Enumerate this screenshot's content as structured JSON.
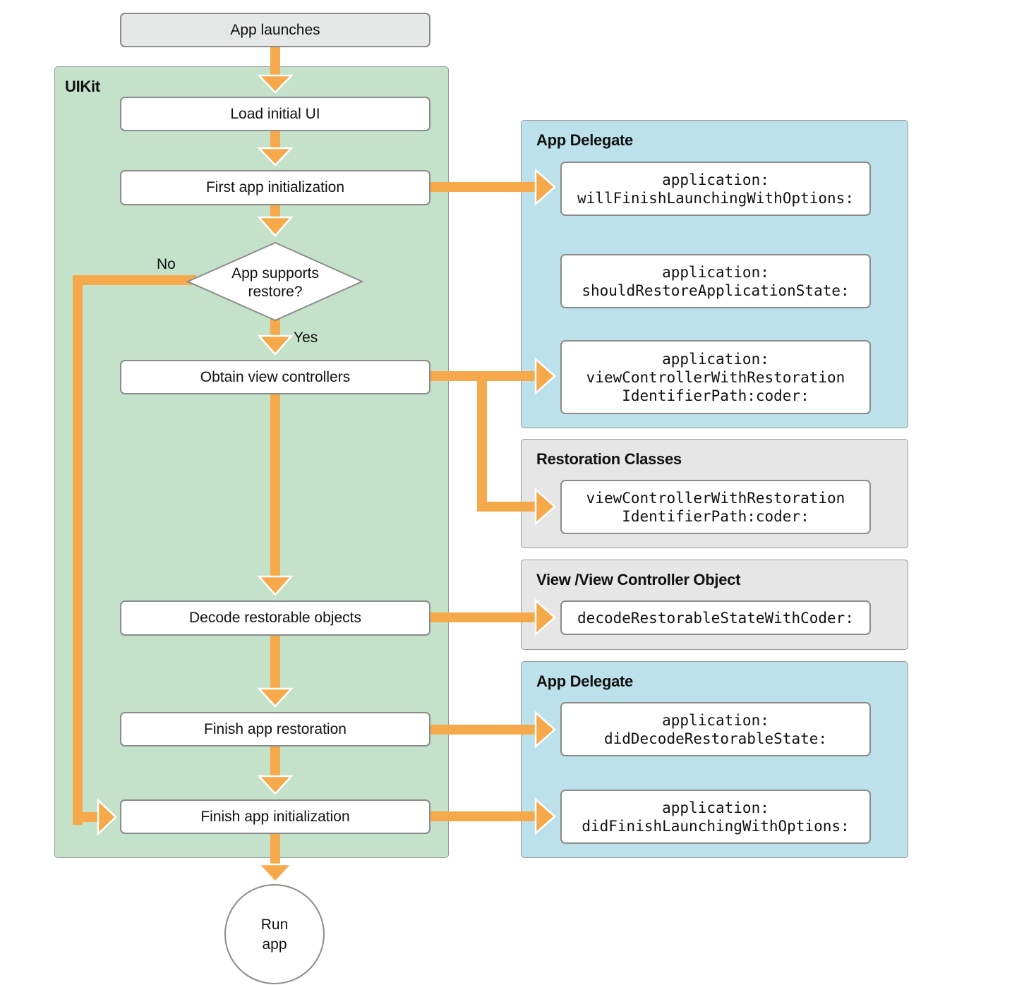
{
  "start": "App launches",
  "uikit": {
    "title": "UIKit",
    "steps": {
      "load_ui": "Load initial UI",
      "first_init": "First app initialization",
      "decision": [
        "App supports",
        "restore?"
      ],
      "decision_no": "No",
      "decision_yes": "Yes",
      "obtain_vc": "Obtain view controllers",
      "decode": "Decode restorable objects",
      "finish_restore": "Finish app restoration",
      "finish_init": "Finish app initialization"
    }
  },
  "end": [
    "Run",
    "app"
  ],
  "app_delegate_top": {
    "title": "App Delegate",
    "methods": [
      [
        "application:",
        "willFinishLaunchingWithOptions:"
      ],
      [
        "application:",
        "shouldRestoreApplicationState:"
      ],
      [
        "application:",
        "viewControllerWithRestoration",
        "IdentifierPath:coder:"
      ]
    ]
  },
  "restoration_classes": {
    "title": "Restoration Classes",
    "methods": [
      [
        "viewControllerWithRestoration",
        "IdentifierPath:coder:"
      ]
    ]
  },
  "view_controller_object": {
    "title": "View /View Controller Object",
    "methods": [
      [
        "decodeRestorableStateWithCoder:"
      ]
    ]
  },
  "app_delegate_bottom": {
    "title": "App Delegate",
    "methods": [
      [
        "application:",
        "didDecodeRestorableState:"
      ],
      [
        "application:",
        "didFinishLaunchingWithOptions:"
      ]
    ]
  },
  "colors": {
    "arrow": "#f5a94a",
    "uikit_bg": "#c4e1c9",
    "delegate_bg": "#bde1ea",
    "gray_bg": "#e6e6e6",
    "start_bg": "#e6e7e7"
  }
}
